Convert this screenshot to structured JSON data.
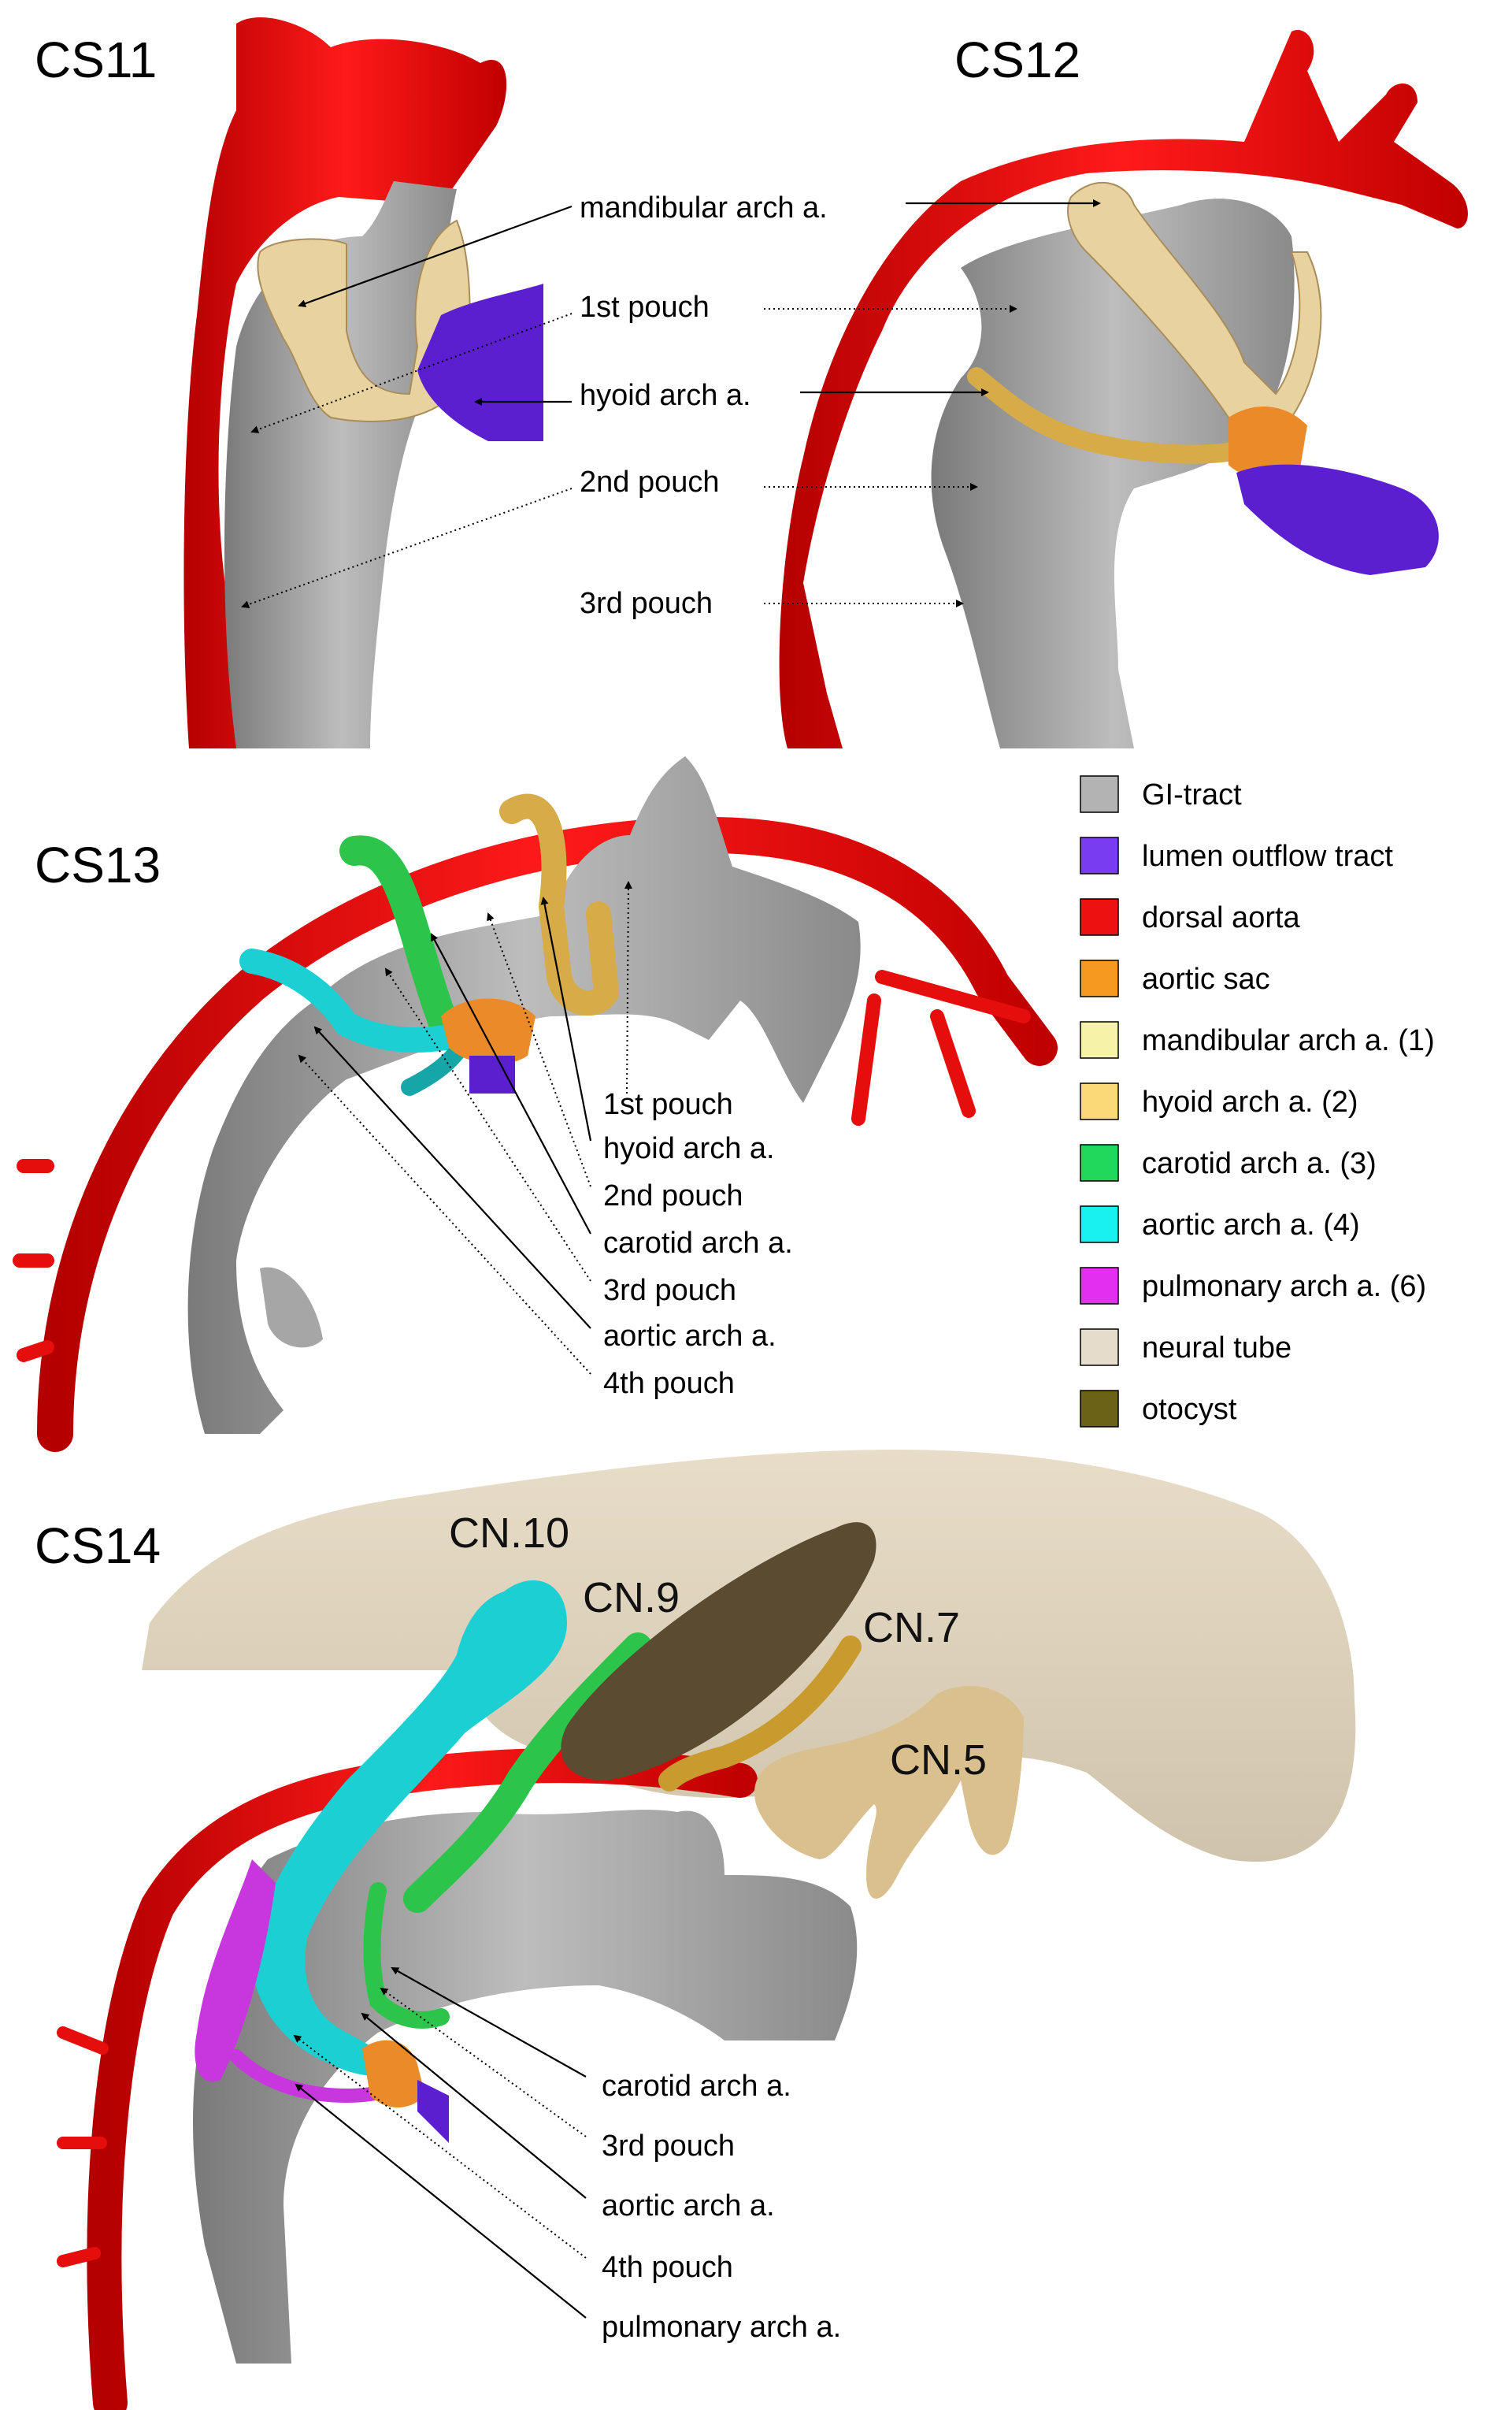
{
  "panels": {
    "cs11": {
      "title": "CS11",
      "labels": [
        "mandibular arch a.",
        "1st pouch",
        "hyoid arch a.",
        "2nd  pouch",
        "3rd  pouch"
      ]
    },
    "cs12": {
      "title": "CS12"
    },
    "cs13": {
      "title": "CS13",
      "labels": [
        "1st pouch",
        "hyoid arch a.",
        "2nd pouch",
        "carotid arch a.",
        "3rd pouch",
        "aortic arch a.",
        "4th pouch"
      ]
    },
    "cs14": {
      "title": "CS14",
      "nerves": [
        "CN.10",
        "CN.9",
        "CN.7",
        "CN.5"
      ],
      "labels": [
        "carotid arch a.",
        "3rd pouch",
        "aortic arch a.",
        "4th pouch",
        "pulmonary arch a."
      ]
    }
  },
  "legend": [
    {
      "label": "GI-tract",
      "color": "#b3b3b3"
    },
    {
      "label": "lumen outflow tract",
      "color": "#7a3cf0"
    },
    {
      "label": "dorsal aorta",
      "color": "#ee1111"
    },
    {
      "label": "aortic sac",
      "color": "#f59a1e"
    },
    {
      "label": "mandibular arch a. (1)",
      "color": "#f6f2a8"
    },
    {
      "label": "hyoid arch a. (2)",
      "color": "#fbd878"
    },
    {
      "label": "carotid arch a. (3)",
      "color": "#22d85a"
    },
    {
      "label": "aortic arch a. (4)",
      "color": "#19f1f1"
    },
    {
      "label": "pulmonary arch a. (6)",
      "color": "#e22ff0"
    },
    {
      "label": "neural tube",
      "color": "#e6dccb"
    },
    {
      "label": "otocyst",
      "color": "#6b6218"
    }
  ],
  "colors": {
    "gi_tract": "#9c9c9c",
    "dorsal_aorta": "#e60d0d",
    "mandibular": "#e8d3a0",
    "hyoid": "#d6ab48",
    "carotid": "#2cc44a",
    "aortic_arch": "#1ccfd2",
    "pulmonary": "#c837de",
    "aortic_sac": "#ea8a28",
    "outflow": "#5b1fd0",
    "neural_tube": "#ddd2bc",
    "otocyst": "#5b4b30",
    "cn5": "#d9c08e"
  }
}
